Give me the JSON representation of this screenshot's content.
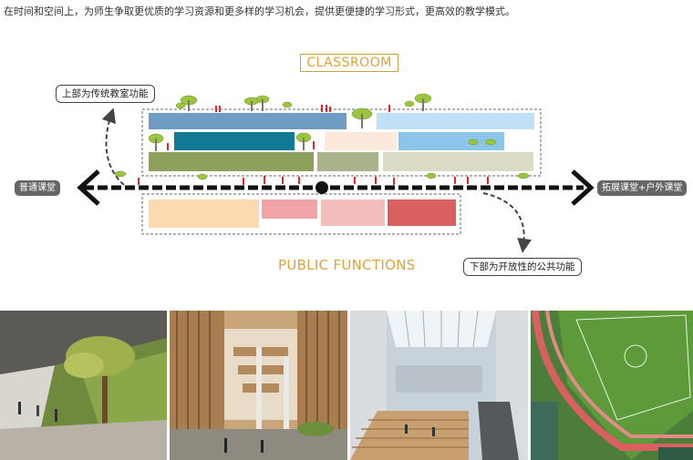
{
  "intro_text": "在时间和空间上，为师生争取更优质的学习资源和更多样的学习机会，提供更便捷的学习形式，更高效的教学模式。",
  "classroom_label": "CLASSROOM",
  "public_label": "PUBLIC FUNCTIONS",
  "upper_callout": "上部为传统教室功能",
  "lower_callout": "下部为开放性的公共功能",
  "left_tag": "普通课堂",
  "right_tag": "拓展课堂+户外课堂",
  "colors": {
    "accent_gold": "#e0a23a",
    "steel_blue": "#6f9cc5",
    "teal": "#137a96",
    "olive": "#8da05c",
    "peach": "#fcd9ae",
    "pink": "#f0a4a6",
    "red": "#d9605f",
    "light_blue": "#bfe0f7"
  },
  "photos": [
    {
      "name": "photo-green-slope"
    },
    {
      "name": "photo-wooden-atrium"
    },
    {
      "name": "photo-stair-atrium"
    },
    {
      "name": "photo-sports-field"
    }
  ]
}
